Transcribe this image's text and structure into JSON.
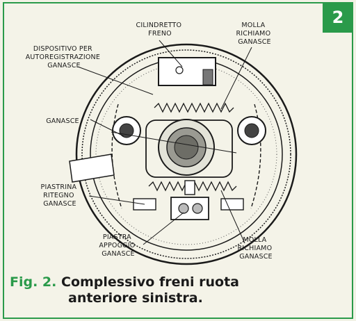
{
  "figure": {
    "badge": "2",
    "caption_number": "Fig. 2.",
    "caption_line1": "Complessivo freni ruota",
    "caption_line2": "anteriore sinistra."
  },
  "labels": {
    "cilindretto": [
      "CILINDRETTO",
      "FRENO"
    ],
    "molla_top": [
      "MOLLA",
      "RICHIAMO",
      "GANASCE"
    ],
    "dispositivo": [
      "DISPOSITIVO  PER",
      "AUTOREGISTRAZIONE",
      "GANASCE"
    ],
    "ganasce": [
      "GANASCE"
    ],
    "piastrina": [
      "PIASTRINA",
      "RITEGNO",
      "GANASCE"
    ],
    "piastra": [
      "PIASTRA",
      "APPOGGIO",
      "GANASCE"
    ],
    "molla_bottom": [
      "MOLLA",
      "RICHIAMO",
      "GANASCE"
    ]
  },
  "colors": {
    "accent": "#2a9a4a",
    "ink": "#1a1a1a",
    "paper": "#f4f3e8"
  }
}
